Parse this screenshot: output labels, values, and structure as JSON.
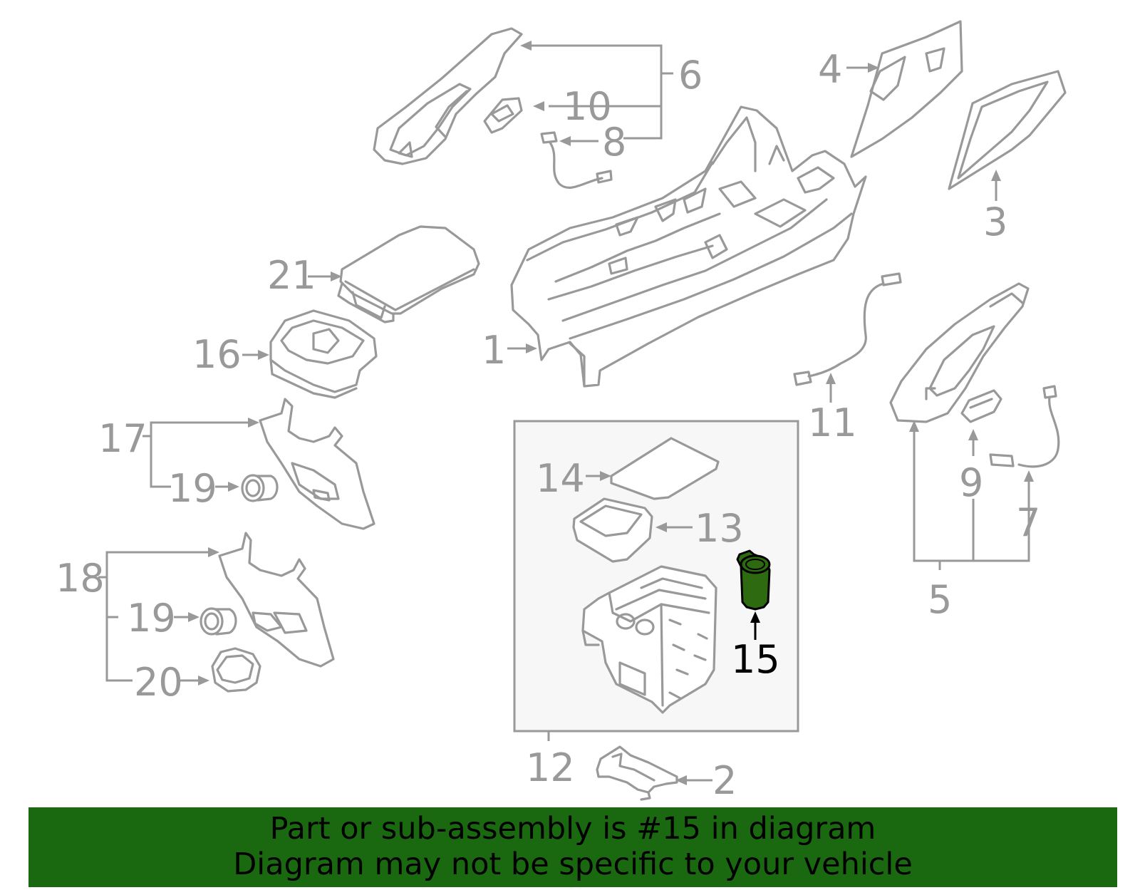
{
  "callouts": [
    "1",
    "2",
    "3",
    "4",
    "5",
    "6",
    "7",
    "8",
    "9",
    "10",
    "11",
    "12",
    "13",
    "14",
    "15",
    "16",
    "17",
    "18",
    "19",
    "19",
    "20",
    "21"
  ],
  "highlighted_part": "15",
  "banner": {
    "line1": "Part or sub-assembly is #15 in diagram",
    "line2": "Diagram may not be specific to your vehicle"
  },
  "colors": {
    "line_art": "#999999",
    "highlight": "#2e6b10",
    "banner_bg": "#1a6910",
    "inset_bg": "#f7f7f7"
  }
}
